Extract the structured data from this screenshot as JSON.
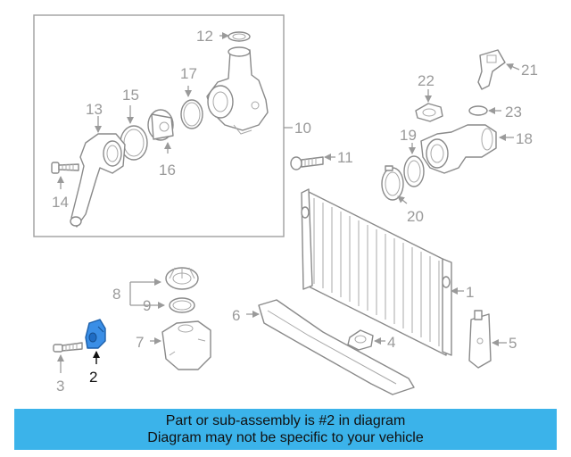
{
  "diagram": {
    "callouts": {
      "c1": "1",
      "c2": "2",
      "c3": "3",
      "c4": "4",
      "c5": "5",
      "c6": "6",
      "c7": "7",
      "c8": "8",
      "c9": "9",
      "c10": "10",
      "c11": "11",
      "c12": "12",
      "c13": "13",
      "c14": "14",
      "c15": "15",
      "c16": "16",
      "c17": "17",
      "c18": "18",
      "c19": "19",
      "c20": "20",
      "c21": "21",
      "c22": "22",
      "c23": "23"
    },
    "highlighted_part": "2",
    "highlight_color": "#3a8ee6"
  },
  "banner": {
    "line1": "Part or sub-assembly is #2 in diagram",
    "line2": "Diagram may not be specific to your vehicle",
    "background": "#3bb3ea"
  }
}
